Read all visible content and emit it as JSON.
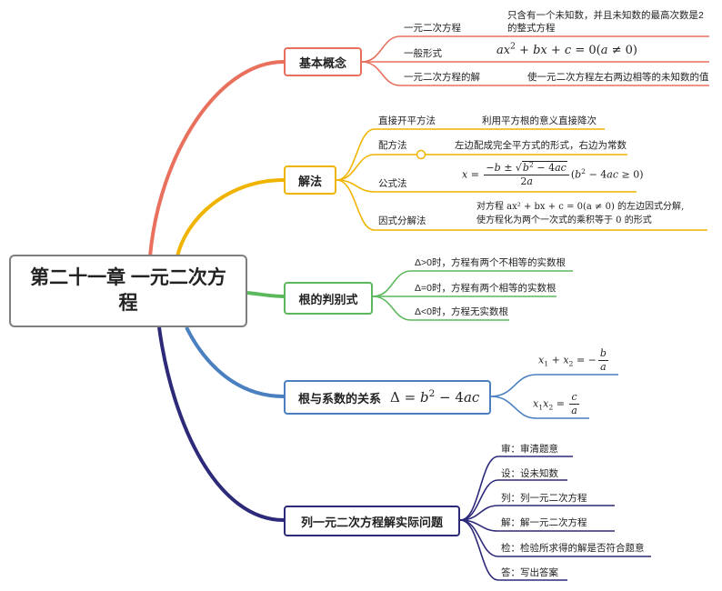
{
  "root": {
    "title": "第二十一章 一元二次方程"
  },
  "colors": {
    "basic": "#e8705d",
    "solve": "#f0b400",
    "disc": "#5cb85c",
    "relation": "#4a7fc0",
    "apply": "#2e2a7a",
    "root_border": "#7f7f7f"
  },
  "branches": {
    "basic": {
      "label": "基本概念",
      "items": [
        {
          "label": "一元二次方程",
          "detail": "只含有一个未知数，并且未知数的最高次数是2的整式方程"
        },
        {
          "label": "一般形式",
          "formula": "ax² + bx + c = 0(a ≠ 0)"
        },
        {
          "label": "一元二次方程的解",
          "detail": "使一元二次方程左右两边相等的未知数的值"
        }
      ]
    },
    "solve": {
      "label": "解法",
      "items": [
        {
          "label": "直接开平方法",
          "detail": "利用平方根的意义直接降次"
        },
        {
          "label": "配方法",
          "detail": "左边配成完全平方式的形式，右边为常数"
        },
        {
          "label": "公式法",
          "formula": "x = (−b ± √(b² − 4ac)) / 2a (b² − 4ac ≥ 0)"
        },
        {
          "label": "因式分解法",
          "detail_line1": "对方程 ax² + bx + c = 0(a ≠ 0) 的左边因式分解,",
          "detail_line2": "使方程化为两个一次式的乘积等于 0 的形式"
        }
      ]
    },
    "disc": {
      "label": "根的判别式",
      "items": [
        {
          "label": "Δ>0时，方程有两个不相等的实数根"
        },
        {
          "label": "Δ=0时，方程有两个相等的实数根"
        },
        {
          "label": "Δ<0时，方程无实数根"
        }
      ]
    },
    "relation": {
      "label": "根与系数的关系",
      "formula": "Δ = b² − 4ac",
      "items": [
        {
          "formula": "x₁ + x₂ = −b/a"
        },
        {
          "formula": "x₁x₂ = c/a"
        }
      ]
    },
    "apply": {
      "label": "列一元二次方程解实际问题",
      "items": [
        {
          "label": "审：审清题意"
        },
        {
          "label": "设：设未知数"
        },
        {
          "label": "列：列一元二次方程"
        },
        {
          "label": "解：解一元二次方程"
        },
        {
          "label": "检：检验所求得的解是否符合题意"
        },
        {
          "label": "答：写出答案"
        }
      ]
    }
  }
}
